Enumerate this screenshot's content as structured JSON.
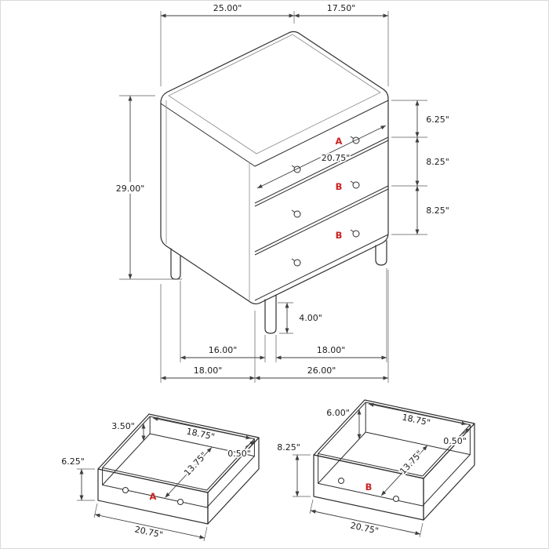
{
  "colors": {
    "line_color": "#2e2e2e",
    "dimension_color": "#3f3f3f",
    "label_color": "#cc2222"
  },
  "chest": {
    "top_width": "25.00\"",
    "top_depth": "17.50\"",
    "overall_height": "29.00\"",
    "top_drawer_height": "6.25\"",
    "middle_drawer_height": "8.25\"",
    "bottom_drawer_height": "8.25\"",
    "drawer_front_width": "20.75\"",
    "label_a": "A",
    "label_b_middle": "B",
    "label_b_bottom": "B",
    "leg_height": "4.00\"",
    "leg_span_depth": "16.00\"",
    "leg_span_width": "18.00\"",
    "base_depth": "18.00\"",
    "base_width": "26.00\""
  },
  "drawer_a_detail": {
    "label": "A",
    "interior_depth": "3.50\"",
    "interior_width": "18.75\"",
    "wall_thickness": "0.50\"",
    "interior_length": "13.75\"",
    "front_height": "6.25\"",
    "front_width": "20.75\""
  },
  "drawer_b_detail": {
    "label": "B",
    "interior_depth": "6.00\"",
    "interior_width": "18.75\"",
    "wall_thickness": "0.50\"",
    "interior_length": "13.75\"",
    "front_height": "8.25\"",
    "front_width": "20.75\""
  }
}
